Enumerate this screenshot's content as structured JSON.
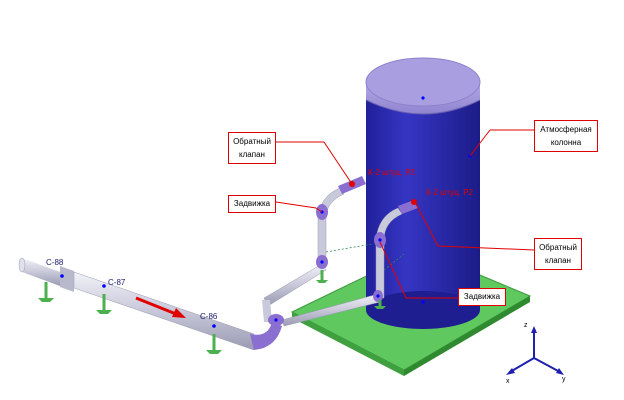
{
  "callouts": {
    "check_valve_top": [
      "Обратный",
      "клапан"
    ],
    "gate_valve_left": "Задвижка",
    "column": [
      "Атмосферная",
      "колонна"
    ],
    "check_valve_right": [
      "Обратный",
      "клапан"
    ],
    "gate_valve_right": "Задвижка"
  },
  "nozzle_tags": {
    "nozzle_1": "К-2 штуц. Р2",
    "nozzle_2": "К-2 штуц. Р2"
  },
  "nodes": {
    "c88": "С-88",
    "c87": "С-87",
    "c86": "С-86"
  },
  "axes": {
    "z": "z",
    "x": "x",
    "y": "y"
  },
  "colors": {
    "column_body": "#2b2bb0",
    "column_cap": "#9a8fd6",
    "pipe": "#c9c9dc",
    "pipe_fittings": "#8a6fd0",
    "foundation": "#5fc85f",
    "support": "#4caf50",
    "callout_border": "#e00000",
    "flow_arrow": "#e00000"
  }
}
